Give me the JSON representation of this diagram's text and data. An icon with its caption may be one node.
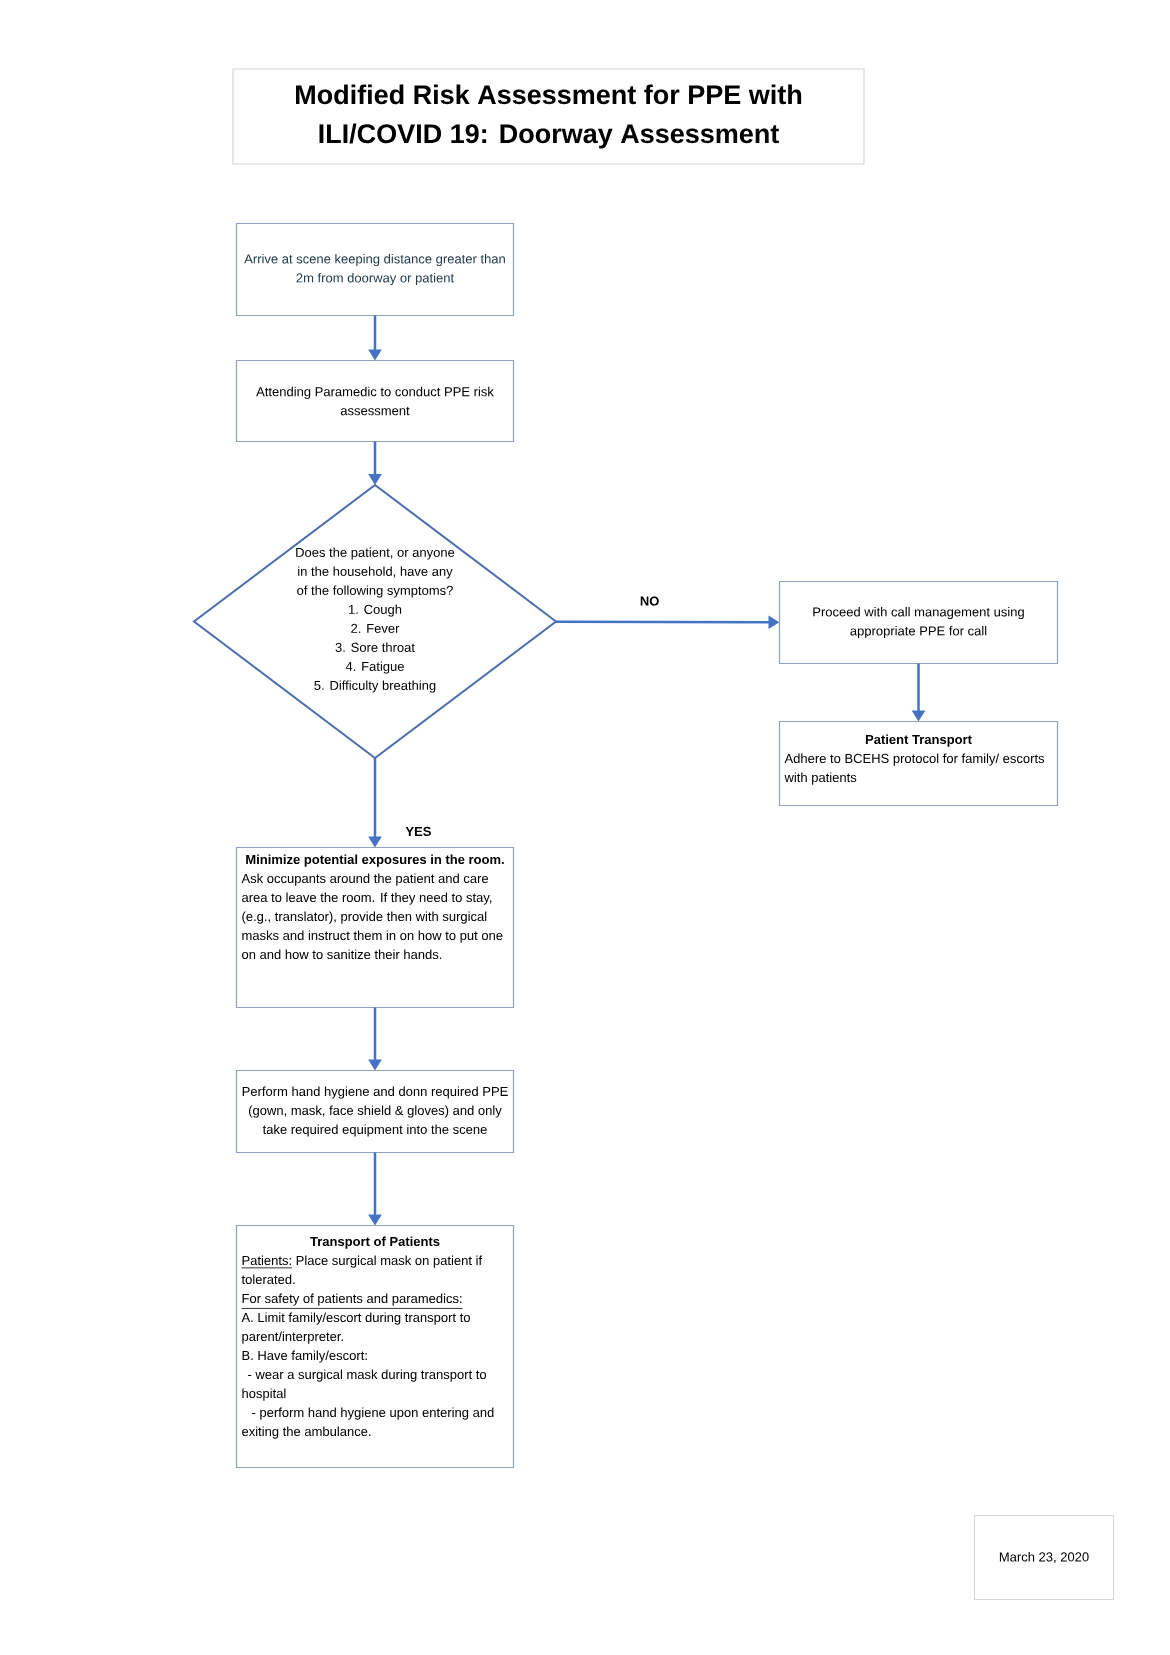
{
  "diagram": {
    "title": "Modified Risk Assessment for PPE with ILI/COVID 19: Doorway Assessment",
    "nodes": [
      {
        "text": [
          "Arrive at scene keeping distance greater than 2m from doorway or patient"
        ]
      },
      {
        "text": [
          "Attending Paramedic to conduct PPE risk assessment"
        ]
      },
      {
        "text": [
          "Does the patient, or anyone in the household, have any of the following symptoms?",
          "1. Cough",
          "2. Fever",
          "3. Sore throat",
          "4. Fatigue",
          "5. Difficulty breathing"
        ]
      },
      {
        "text": [
          "Proceed with call management using appropriate PPE for call"
        ]
      },
      {
        "text": [
          "Patient Transport",
          "Adhere to BCEHS protocol for family/ escorts with patients"
        ]
      },
      {
        "text": [
          "Minimize potential exposures in the room.",
          "Ask occupants around the patient and care area to leave the room. If they need to stay, (e.g., translator), provide then with surgical masks and instruct them in on how to put one on and how to sanitize their hands."
        ]
      },
      {
        "text": [
          "Perform hand hygiene and donn required PPE (gown, mask, face shield & gloves) and only take required equipment into the scene"
        ]
      },
      {
        "text": [
          "Transport of Patients",
          "Patients:",
          "Place surgical mask on patient if tolerated.",
          "For safety of patients and paramedics:",
          "A. Limit family/escort during transport to parent/interpreter.",
          "B. Have family/escort:",
          "- wear a surgical mask during transport to hospital",
          "- perform hand hygiene upon entering and exiting the ambulance."
        ]
      },
      {
        "text": [
          "March 23, 2020"
        ]
      }
    ],
    "edges": [
      {
        "from": 0,
        "to": 1,
        "arrow": "to"
      },
      {
        "from": 1,
        "to": 2,
        "arrow": "to"
      },
      {
        "from": 2,
        "to": 3,
        "arrow": "to",
        "label": "NO"
      },
      {
        "from": 2,
        "to": 5,
        "arrow": "to",
        "label": "YES"
      },
      {
        "from": 3,
        "to": 4,
        "arrow": "to"
      },
      {
        "from": 5,
        "to": 6,
        "arrow": "to"
      },
      {
        "from": 6,
        "to": 7,
        "arrow": "to"
      }
    ]
  }
}
